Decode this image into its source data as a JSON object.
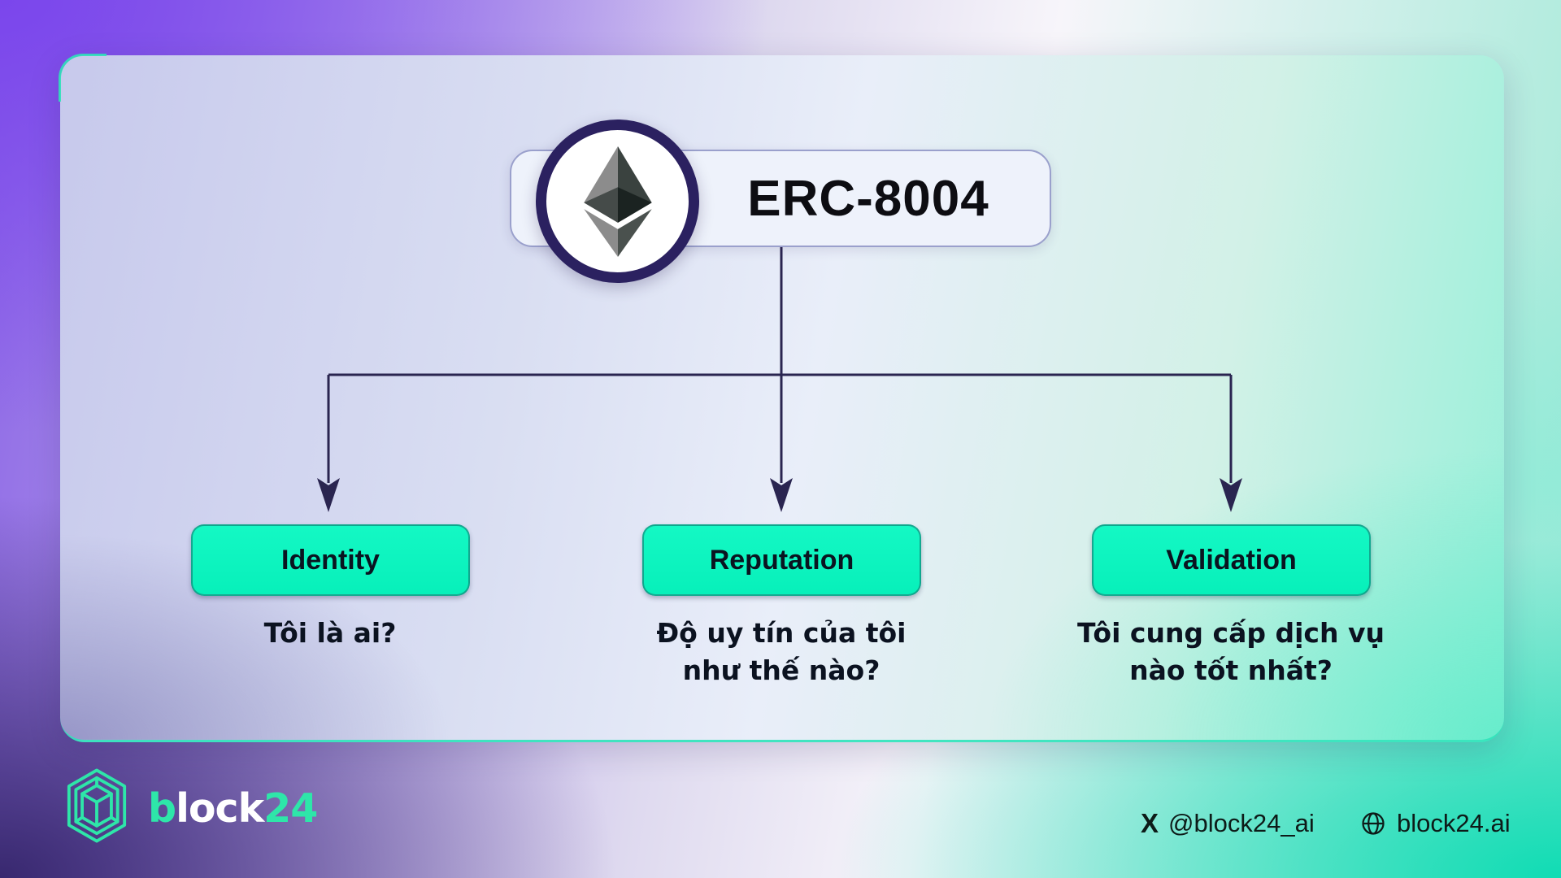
{
  "colors": {
    "accent_green": "#07F0BA",
    "arrow": "#2A2550",
    "bg_purple": "#7B46EC",
    "bg_purple_dark": "#38286F",
    "bg_teal": "#10DCB4",
    "brand_teal": "#2EE6A9",
    "pill_bg": "#EEF2FB",
    "pill_border": "#9AA0CC",
    "eth_ring": "#2B2160",
    "text_dark": "#0B1220"
  },
  "header": {
    "badge_label": "ERC-8004",
    "badge_icon": "ethereum-icon"
  },
  "branches": [
    {
      "label": "Identity",
      "caption_line1": "Tôi là ai?",
      "caption_line2": ""
    },
    {
      "label": "Reputation",
      "caption_line1": "Độ uy tín của tôi",
      "caption_line2": "như thế nào?"
    },
    {
      "label": "Validation",
      "caption_line1": "Tôi cung cấp dịch vụ",
      "caption_line2": "nào tốt nhất?"
    }
  ],
  "footer": {
    "brand": {
      "seg1": "b",
      "seg2": "lock",
      "seg3": "24",
      "logo_icon": "block24-hexcube-icon"
    },
    "x_label": "X",
    "x_handle": "@block24_ai",
    "website": "block24.ai"
  }
}
